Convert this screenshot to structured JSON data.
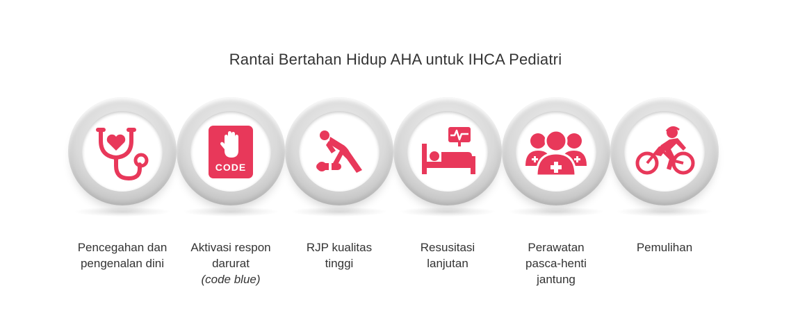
{
  "title": "Rantai Bertahan Hidup AHA untuk IHCA Pediatri",
  "colors": {
    "accent": "#e8385a",
    "ring": "#c8c8c8",
    "text": "#333333"
  },
  "steps": [
    {
      "icon": "stethoscope-heart-icon",
      "lines": [
        "Pencegahan dan",
        "pengenalan dini"
      ]
    },
    {
      "icon": "code-hand-sign-icon",
      "badge": "CODE",
      "lines": [
        "Aktivasi respon",
        "darurat",
        "(code blue)"
      ]
    },
    {
      "icon": "cpr-icon",
      "lines": [
        "RJP kualitas",
        "tinggi"
      ]
    },
    {
      "icon": "hospital-bed-monitor-icon",
      "lines": [
        "Resusitasi",
        "lanjutan"
      ]
    },
    {
      "icon": "medical-team-icon",
      "lines": [
        "Perawatan",
        "pasca-henti",
        "jantung"
      ]
    },
    {
      "icon": "cyclist-icon",
      "lines": [
        "Pemulihan"
      ]
    }
  ]
}
